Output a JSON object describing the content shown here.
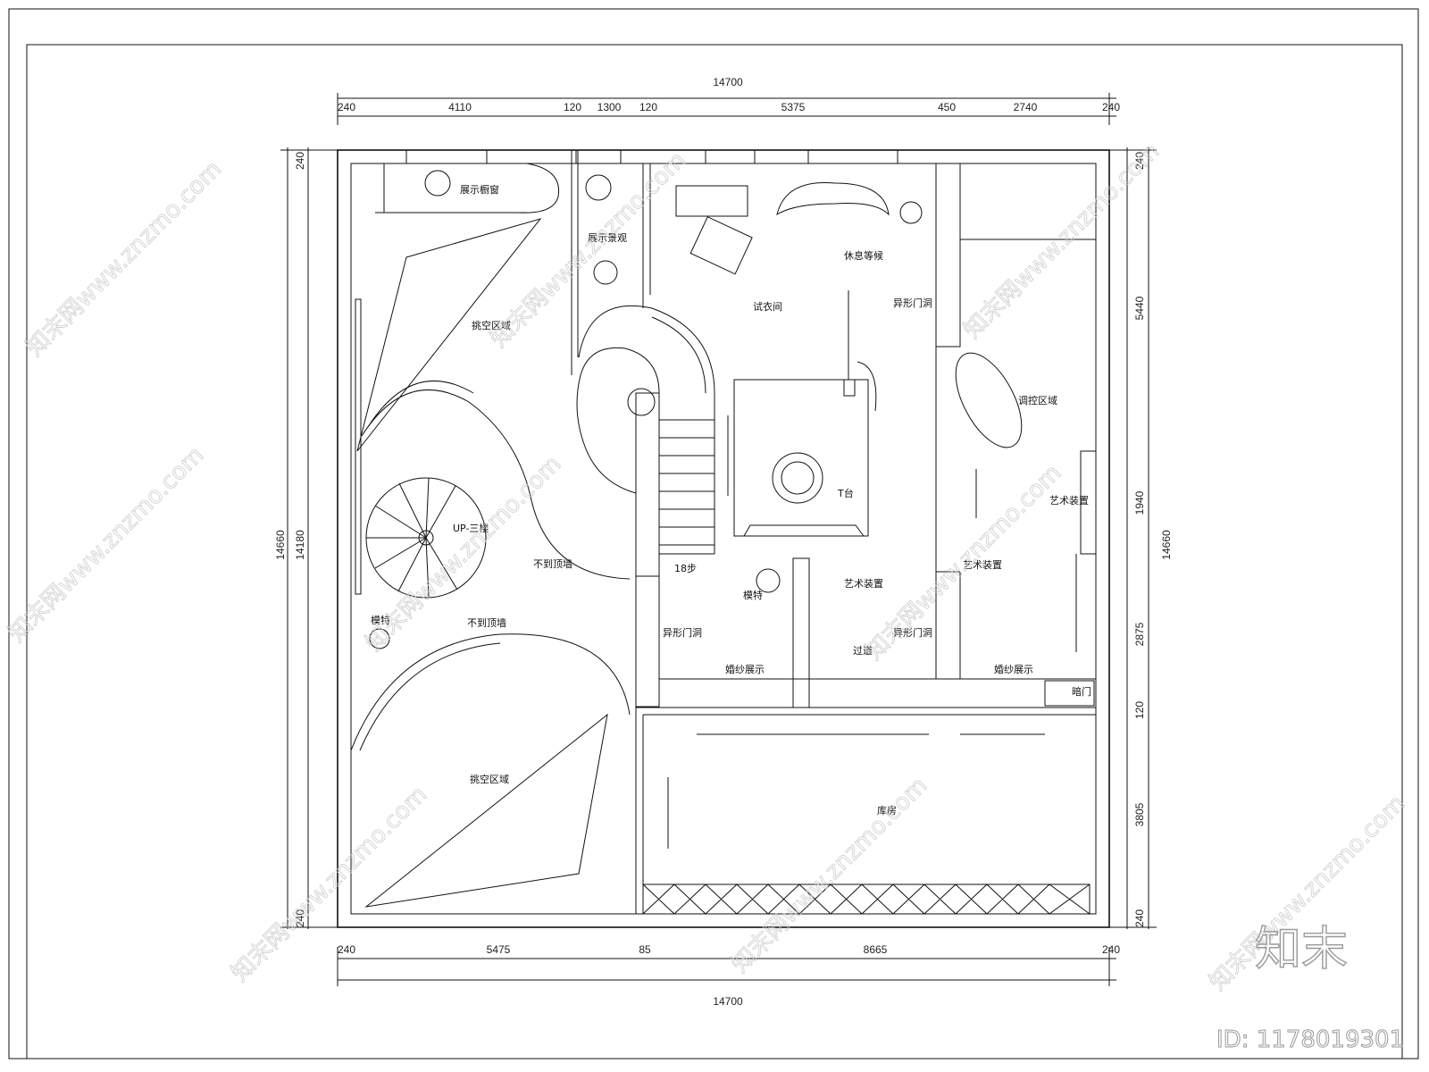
{
  "drawing": {
    "dims_top_total": "14700",
    "dims_top": [
      "240",
      "4110",
      "120",
      "1300",
      "120",
      "5375",
      "450",
      "2740",
      "240"
    ],
    "dims_bottom": [
      "240",
      "5475",
      "85",
      "8665",
      "240"
    ],
    "dims_bottom_total": "14700",
    "dims_left_outer": "14660",
    "dims_left_inner": "14180",
    "dims_left_small_top": "240",
    "dims_left_small_bottom": "240",
    "dims_right": [
      "240",
      "5440",
      "1940",
      "2875",
      "120",
      "3805",
      "240"
    ],
    "dims_right_total": "14660"
  },
  "rooms": {
    "display_window": "展示橱窗",
    "display_landscape": "展示景观",
    "rest_wait": "休息等候",
    "fitting_room": "试衣间",
    "special_door_1": "异形门洞",
    "cantilever_top": "挑空区域",
    "control_area": "调控区域",
    "t_stage": "T台",
    "art_install_right": "艺术装置",
    "up_stairs": "UP-三楼",
    "not_ceiling_wall_1": "不到顶墙",
    "steps": "18步",
    "model_center": "模特",
    "art_install_center": "艺术装置",
    "art_install_right2": "艺术装置",
    "model_left": "模特",
    "not_ceiling_wall_2": "不到顶墙",
    "special_door_2": "异形门洞",
    "corridor": "过道",
    "special_door_3": "异形门洞",
    "wedding_display_1": "婚纱展示",
    "wedding_display_2": "婚纱展示",
    "hidden_door": "暗门",
    "cantilever_bottom": "挑空区域",
    "storage": "库房"
  },
  "watermark": {
    "brand": "知末",
    "id": "ID: 1178019301",
    "site": "知末网www.znzmo.com"
  }
}
